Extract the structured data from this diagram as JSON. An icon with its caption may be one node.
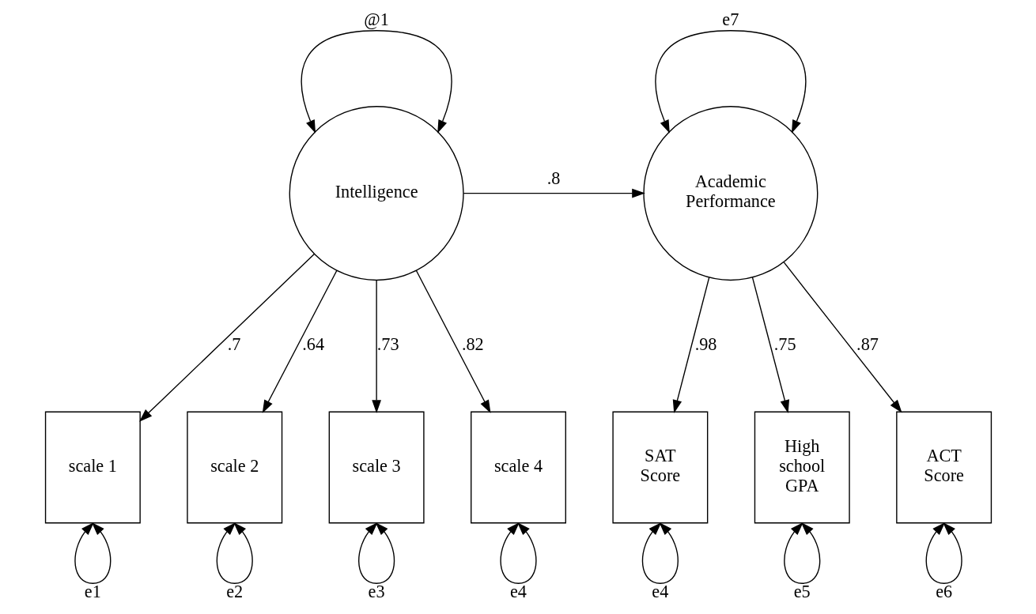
{
  "diagram": {
    "nodes": [
      {
        "text": [
          "Intelligence"
        ]
      },
      {
        "text": [
          "Academic Performance"
        ]
      },
      {
        "text": [
          "scale 1"
        ]
      },
      {
        "text": [
          "scale 2"
        ]
      },
      {
        "text": [
          "scale 3"
        ]
      },
      {
        "text": [
          "scale 4"
        ]
      },
      {
        "text": [
          "SAT Score"
        ]
      },
      {
        "text": [
          "High school GPA"
        ]
      },
      {
        "text": [
          "ACT Score"
        ]
      }
    ],
    "edges": [
      {
        "from": 0,
        "to": 0,
        "arrow": "both",
        "label": "@1"
      },
      {
        "from": 1,
        "to": 1,
        "arrow": "both",
        "label": "e7"
      },
      {
        "from": 0,
        "to": 1,
        "arrow": "to",
        "label": ".8"
      },
      {
        "from": 0,
        "to": 2,
        "arrow": "to",
        "label": ".7"
      },
      {
        "from": 0,
        "to": 3,
        "arrow": "to",
        "label": ".64"
      },
      {
        "from": 0,
        "to": 4,
        "arrow": "to",
        "label": ".73"
      },
      {
        "from": 0,
        "to": 5,
        "arrow": "to",
        "label": ".82"
      },
      {
        "from": 1,
        "to": 6,
        "arrow": "to",
        "label": ".98"
      },
      {
        "from": 1,
        "to": 7,
        "arrow": "to",
        "label": ".75"
      },
      {
        "from": 1,
        "to": 8,
        "arrow": "to",
        "label": ".87"
      },
      {
        "from": 2,
        "to": 2,
        "arrow": "both",
        "label": "e1"
      },
      {
        "from": 3,
        "to": 3,
        "arrow": "both",
        "label": "e2"
      },
      {
        "from": 4,
        "to": 4,
        "arrow": "both",
        "label": "e3"
      },
      {
        "from": 5,
        "to": 5,
        "arrow": "both",
        "label": "e4"
      },
      {
        "from": 6,
        "to": 6,
        "arrow": "both",
        "label": "e4"
      },
      {
        "from": 7,
        "to": 7,
        "arrow": "both",
        "label": "e5"
      },
      {
        "from": 8,
        "to": 8,
        "arrow": "both",
        "label": "e6"
      }
    ]
  }
}
